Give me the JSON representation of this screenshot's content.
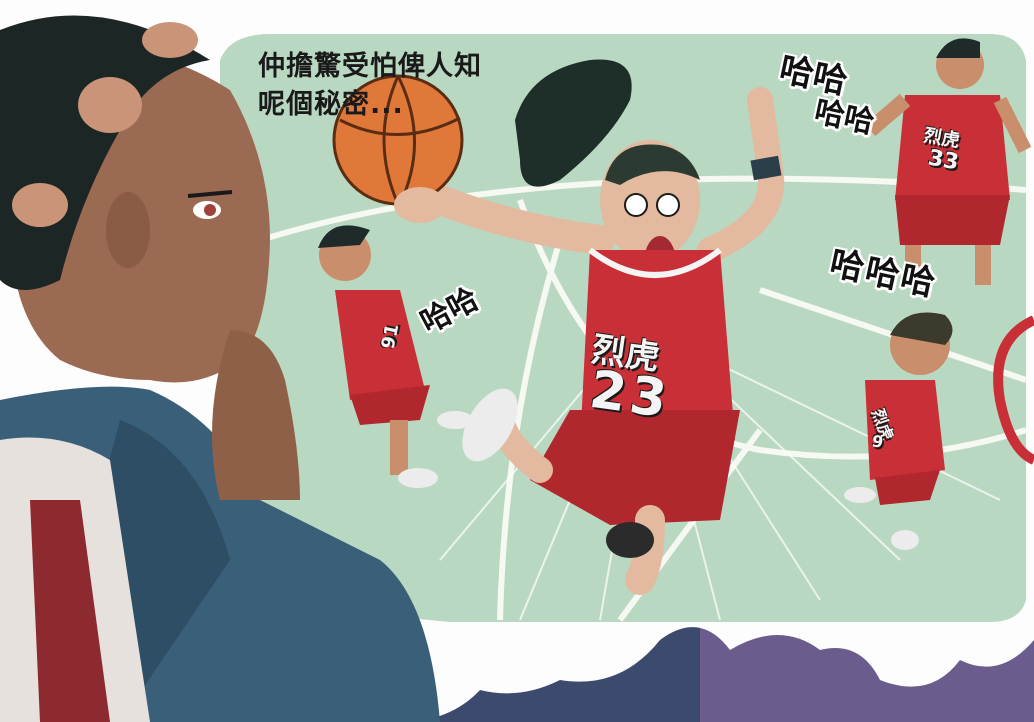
{
  "panel": {
    "caption_line1": "仲擔驚受怕俾人知",
    "caption_line2": "呢個秘密...",
    "sfx_top_1": "哈哈",
    "sfx_top_2": "哈哈",
    "sfx_right": "哈哈哈",
    "sfx_left": "哈哈"
  },
  "jerseys": {
    "team_name": "烈虎",
    "main_number": "23",
    "top_right_number": "33",
    "left_number": "91",
    "bottom_right_number": "9"
  },
  "colors": {
    "court": "#b9d8c1",
    "jersey_red": "#c92f36",
    "jacket_blue": "#3a5f78",
    "skin_dark": "#9b6a52",
    "ball_orange": "#e0783a"
  }
}
